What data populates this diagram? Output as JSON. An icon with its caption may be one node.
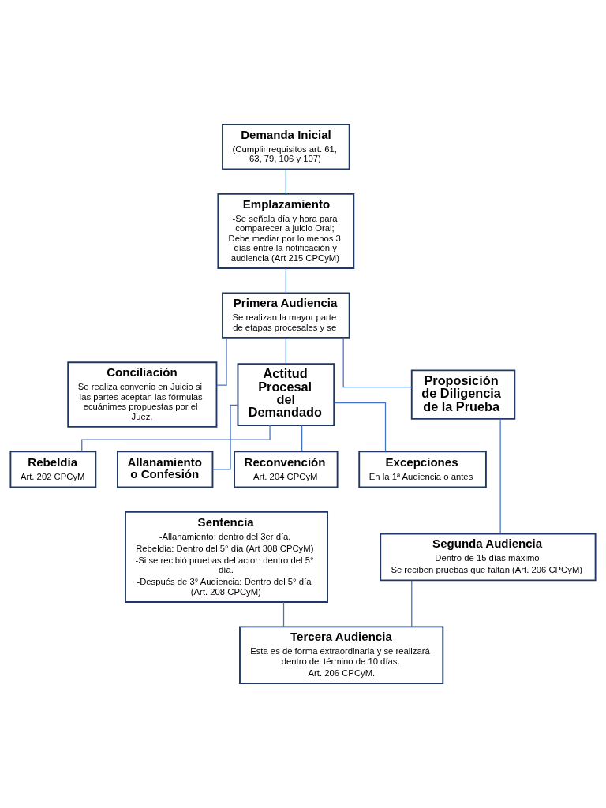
{
  "diagram": {
    "nodes": [
      {
        "text": [
          "Demanda Inicial",
          "(Cumplir requisitos art. 61, 63, 79, 106 y 107)"
        ]
      },
      {
        "text": [
          "Emplazamiento",
          "-Se señala día y hora para comparecer a juicio Oral; Debe mediar por lo menos 3 días entre la notificación y audiencia (Art 215 CPCyM)"
        ]
      },
      {
        "text": [
          "Primera Audiencia",
          "Se realizan la mayor parte de etapas procesales y se"
        ]
      },
      {
        "text": [
          "Conciliación",
          "Se realiza convenio en Juicio si las partes aceptan las fórmulas ecuánimes propuestas por el Juez."
        ]
      },
      {
        "text": [
          "Actitud Procesal del Demandado"
        ]
      },
      {
        "text": [
          "Proposición de Diligencia de la Prueba"
        ]
      },
      {
        "text": [
          "Rebeldía",
          "Art. 202 CPCyM"
        ]
      },
      {
        "text": [
          "Allanamiento o Confesión"
        ]
      },
      {
        "text": [
          "Reconvención",
          "Art. 204 CPCyM"
        ]
      },
      {
        "text": [
          "Excepciones",
          "En la 1ª Audiencia o antes"
        ]
      },
      {
        "text": [
          "Sentencia",
          "-Allanamiento: dentro del 3er día.",
          "Rebeldía: Dentro del 5° día (Art 308 CPCyM)",
          "-Si se recibió pruebas del actor: dentro del 5° día.",
          "-Después de 3° Audiencia: Dentro del 5° día (Art. 208 CPCyM)"
        ]
      },
      {
        "text": [
          "Segunda Audiencia",
          "Dentro de 15 días máximo",
          "Se reciben pruebas que faltan (Art. 206 CPCyM)"
        ]
      },
      {
        "text": [
          "Tercera Audiencia",
          "Esta es de forma extraordinaria y se realizará dentro del término de 10 días.",
          "Art. 206 CPCyM."
        ]
      }
    ],
    "edges": [
      {
        "from": 0,
        "to": 1,
        "arrow": "none"
      },
      {
        "from": 1,
        "to": 2,
        "arrow": "none"
      },
      {
        "from": 2,
        "to": 3,
        "arrow": "none"
      },
      {
        "from": 2,
        "to": 4,
        "arrow": "none"
      },
      {
        "from": 2,
        "to": 5,
        "arrow": "none"
      },
      {
        "from": 4,
        "to": 6,
        "arrow": "none"
      },
      {
        "from": 4,
        "to": 7,
        "arrow": "none"
      },
      {
        "from": 4,
        "to": 8,
        "arrow": "none"
      },
      {
        "from": 4,
        "to": 9,
        "arrow": "none"
      },
      {
        "from": 5,
        "to": 11,
        "arrow": "none"
      },
      {
        "from": 11,
        "to": 12,
        "arrow": "none"
      },
      {
        "from": 12,
        "to": 10,
        "arrow": "none"
      }
    ]
  }
}
